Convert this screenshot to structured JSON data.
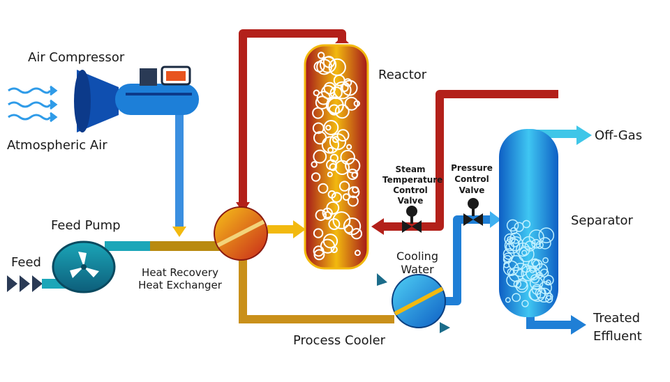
{
  "labels": {
    "air_compressor": "Air Compressor",
    "atmospheric_air": "Atmospheric Air",
    "feed_pump": "Feed Pump",
    "feed": "Feed",
    "heat_exchanger_1": "Heat Recovery",
    "heat_exchanger_2": "Heat Exchanger",
    "reactor": "Reactor",
    "steam_valve_1": "Steam",
    "steam_valve_2": "Temperature",
    "steam_valve_3": "Control",
    "steam_valve_4": "Valve",
    "pressure_valve_1": "Pressure",
    "pressure_valve_2": "Control",
    "pressure_valve_3": "Valve",
    "cooling_water_1": "Cooling",
    "cooling_water_2": "Water",
    "process_cooler": "Process Cooler",
    "separator": "Separator",
    "off_gas": "Off-Gas",
    "treated_1": "Treated",
    "treated_2": "Effluent"
  },
  "colors": {
    "hot": "#b3201a",
    "warm": "#f2b90f",
    "cold": "#1f7fd6",
    "light_blue": "#4fc3f0",
    "teal": "#1b8ea0"
  }
}
